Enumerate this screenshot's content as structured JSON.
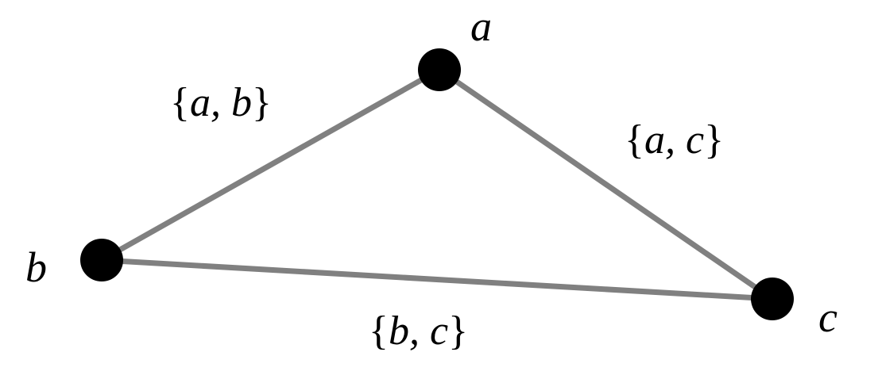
{
  "diagram": {
    "vertices": [
      {
        "id": "a",
        "label": "a"
      },
      {
        "id": "b",
        "label": "b"
      },
      {
        "id": "c",
        "label": "c"
      }
    ],
    "edges": [
      {
        "from": "a",
        "to": "b",
        "label": "{a, b}",
        "open": "{",
        "close": "}",
        "inner": "a, b"
      },
      {
        "from": "a",
        "to": "c",
        "label": "{a, c}",
        "open": "{",
        "close": "}",
        "inner": "a, c"
      },
      {
        "from": "b",
        "to": "c",
        "label": "{b, c}",
        "open": "{",
        "close": "}",
        "inner": "b, c"
      }
    ],
    "colors": {
      "edge": "#808080",
      "vertex": "#000000",
      "background": "#ffffff"
    }
  }
}
